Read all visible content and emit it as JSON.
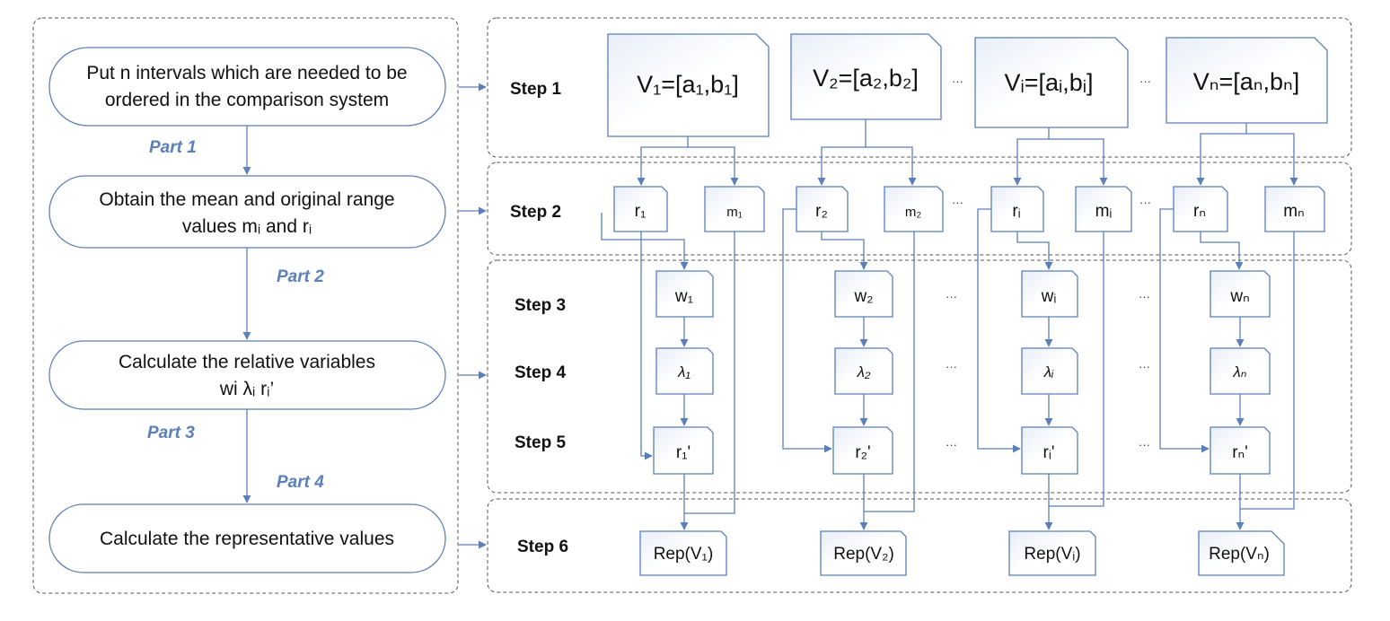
{
  "left_panel": {
    "boxes": [
      {
        "id": "p1",
        "lines": [
          "Put n intervals which are needed to be",
          "ordered in the comparison system"
        ]
      },
      {
        "id": "p2",
        "lines": [
          "Obtain  the mean and original range",
          "values mᵢ and rᵢ"
        ]
      },
      {
        "id": "p3",
        "lines": [
          "Calculate the relative variables",
          "wi  λᵢ rᵢ’"
        ]
      },
      {
        "id": "p4",
        "lines": [
          "Calculate the representative  values"
        ]
      }
    ],
    "parts": [
      "Part 1",
      "Part 2",
      "Part 3",
      "Part 4"
    ]
  },
  "steps": [
    "Step 1",
    "Step 2",
    "Step 3",
    "Step 4",
    "Step 5",
    "Step 6"
  ],
  "ellipsis": "···",
  "columns": [
    {
      "v": "V₁=[a₁,b₁]",
      "r": "r₁",
      "m": "m₁",
      "w": "w₁",
      "lambda": "λ₁",
      "rp": "r₁'",
      "rep": "Rep(V₁)"
    },
    {
      "v": "V₂=[a₂,b₂]",
      "r": "r₂",
      "m": "m₂",
      "w": "w₂",
      "lambda": "λ₂",
      "rp": "r₂'",
      "rep": "Rep(V₂)"
    },
    {
      "v": "Vᵢ=[aᵢ,bᵢ]",
      "r": "rᵢ",
      "m": "mᵢ",
      "w": "wᵢ",
      "lambda": "λᵢ",
      "rp": "rᵢ'",
      "rep": "Rep(Vᵢ)"
    },
    {
      "v": "Vₙ=[aₙ,bₙ]",
      "r": "rₙ",
      "m": "mₙ",
      "w": "wₙ",
      "lambda": "λₙ",
      "rp": "rₙ'",
      "rep": "Rep(Vₙ)"
    }
  ],
  "colors": {
    "line": "#5b7fb9",
    "part": "#5b7fb9",
    "frame": "#555555"
  }
}
